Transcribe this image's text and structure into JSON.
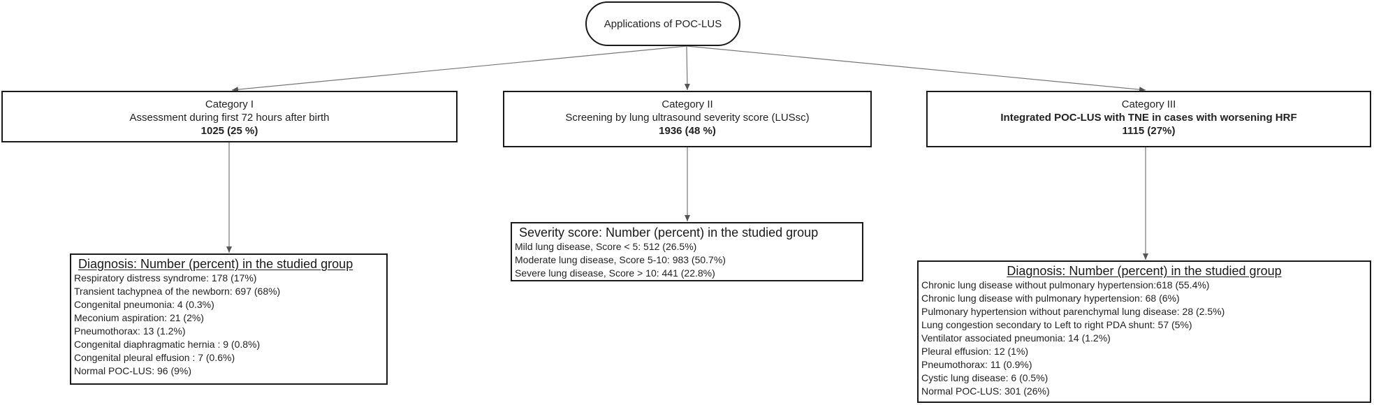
{
  "root": {
    "title": "Applications of POC-LUS"
  },
  "categories": [
    {
      "title": "Category I",
      "subtitle": "Assessment during first 72 hours after birth",
      "stat": "1025 (25 %)"
    },
    {
      "title": "Category II",
      "subtitle": "Screening by lung ultrasound severity score (LUSsc)",
      "stat": "1936 (48 %)"
    },
    {
      "title": "Category III",
      "subtitle": "Integrated POC-LUS with TNE in cases with worsening HRF",
      "stat": "1115 (27%)"
    }
  ],
  "diagnosis1": {
    "heading": "Diagnosis: Number (percent) in the studied group",
    "items": [
      "Respiratory distress syndrome:  178 (17%)",
      "Transient tachypnea of the newborn:   697 (68%)",
      "Congenital pneumonia:  4 (0.3%)",
      "Meconium aspiration: 21 (2%)",
      "Pneumothorax:  13 (1.2%)",
      "Congenital diaphragmatic hernia : 9 (0.8%)",
      "Congenital pleural effusion : 7 (0.6%)",
      "Normal POC-LUS:  96  (9%)"
    ]
  },
  "severity": {
    "heading": "Severity score: Number (percent) in the studied group",
    "items": [
      "Mild lung disease, Score < 5:  512 (26.5%)",
      "Moderate lung disease, Score 5-10: 983 (50.7%)",
      "Severe lung disease, Score > 10: 441 (22.8%)"
    ]
  },
  "diagnosis3": {
    "heading": "Diagnosis: Number (percent) in the studied group",
    "items": [
      "Chronic lung disease without pulmonary hypertension:618 (55.4%)",
      "Chronic lung disease with pulmonary hypertension: 68 (6%)",
      "Pulmonary hypertension without parenchymal lung disease: 28 (2.5%)",
      "Lung congestion secondary to Left to right PDA shunt: 57 (5%)",
      "Ventilator associated pneumonia: 14 (1.2%)",
      "Pleural effusion:     12 (1%)",
      "Pneumothorax:  11 (0.9%)",
      "Cystic lung disease:   6 (0.5%)",
      "Normal POC-LUS:  301 (26%)"
    ]
  },
  "colors": {
    "line": "#777777",
    "border": "#1a1a1a"
  }
}
